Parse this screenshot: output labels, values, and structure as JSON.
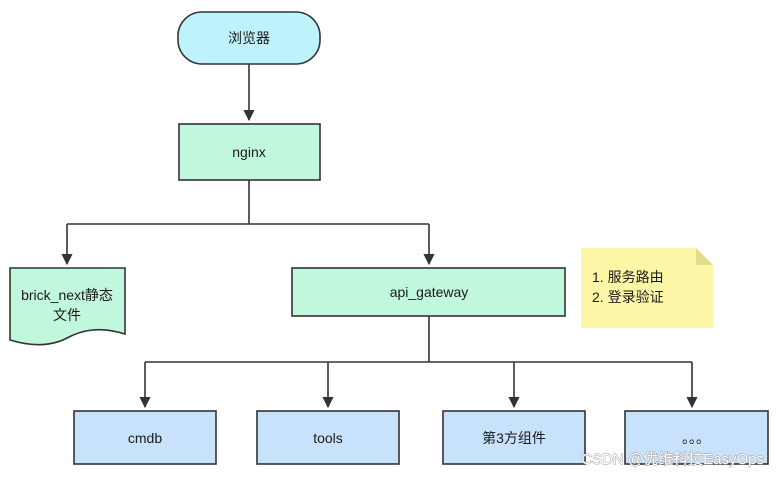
{
  "nodes": {
    "browser": {
      "label": "浏览器",
      "fill": "#bff3fb"
    },
    "nginx": {
      "label": "nginx",
      "fill": "#c1f7dd"
    },
    "static_files": {
      "label_line1": "brick_next静态",
      "label_line2": "文件",
      "fill": "#c1f7dd"
    },
    "api_gateway": {
      "label": "api_gateway",
      "fill": "#c1f7dd"
    },
    "cmdb": {
      "label": "cmdb",
      "fill": "#c9e2fb"
    },
    "tools": {
      "label": "tools",
      "fill": "#c9e2fb"
    },
    "third_party": {
      "label": "第3方组件",
      "fill": "#c9e2fb"
    },
    "more": {
      "label": "。。。",
      "fill": "#c9e2fb"
    }
  },
  "note": {
    "line1": "1. 服务路由",
    "line2": "2. 登录验证",
    "fill": "#fbf7a6"
  },
  "watermark": "CSDN @优维科技EasyOps",
  "colors": {
    "line": "#333333"
  }
}
